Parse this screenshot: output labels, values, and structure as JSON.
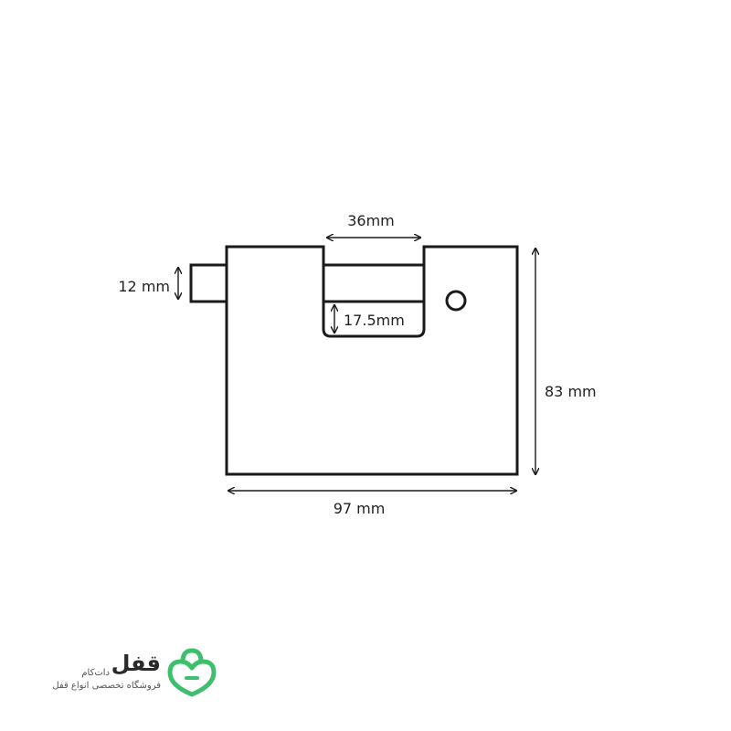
{
  "dimensions": {
    "slot_width": "36mm",
    "shackle_height": "12 mm",
    "slot_depth": "17.5mm",
    "body_height": "83 mm",
    "body_width": "97 mm"
  },
  "logo": {
    "brand": "قفل",
    "suffix": "دات‌کام",
    "tagline": "فروشگاه تخصصی انواع قفل",
    "icon": "padlock-heart-icon",
    "color": "#3dbf6e"
  },
  "colors": {
    "line": "#1a1a1a",
    "text": "#222222"
  }
}
